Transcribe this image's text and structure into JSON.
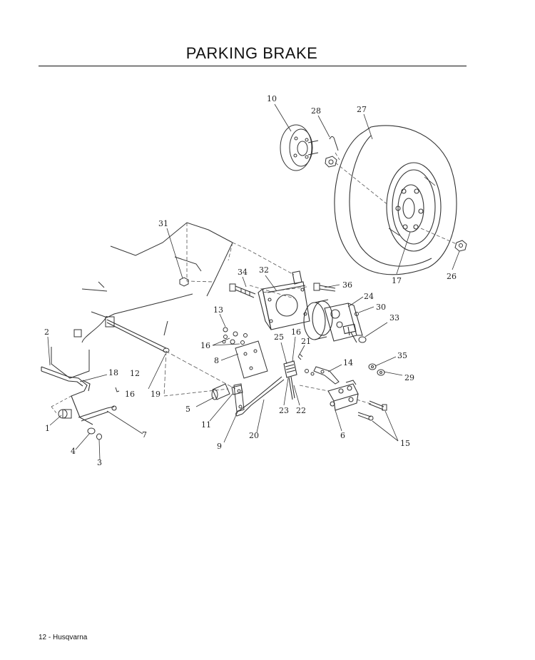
{
  "page": {
    "title": "PARKING BRAKE",
    "footer": "12 - Husqvarna"
  },
  "diagram": {
    "colors": {
      "line": "#333333",
      "leader": "#555555",
      "label": "#222222"
    },
    "callouts": [
      "10",
      "28",
      "27",
      "31",
      "34",
      "32",
      "36",
      "24",
      "30",
      "33",
      "13",
      "16",
      "8",
      "17",
      "26",
      "2",
      "18",
      "12",
      "16",
      "19",
      "25",
      "16",
      "21",
      "14",
      "35",
      "29",
      "5",
      "11",
      "9",
      "20",
      "23",
      "22",
      "6",
      "15",
      "1",
      "4",
      "3",
      "7"
    ]
  }
}
